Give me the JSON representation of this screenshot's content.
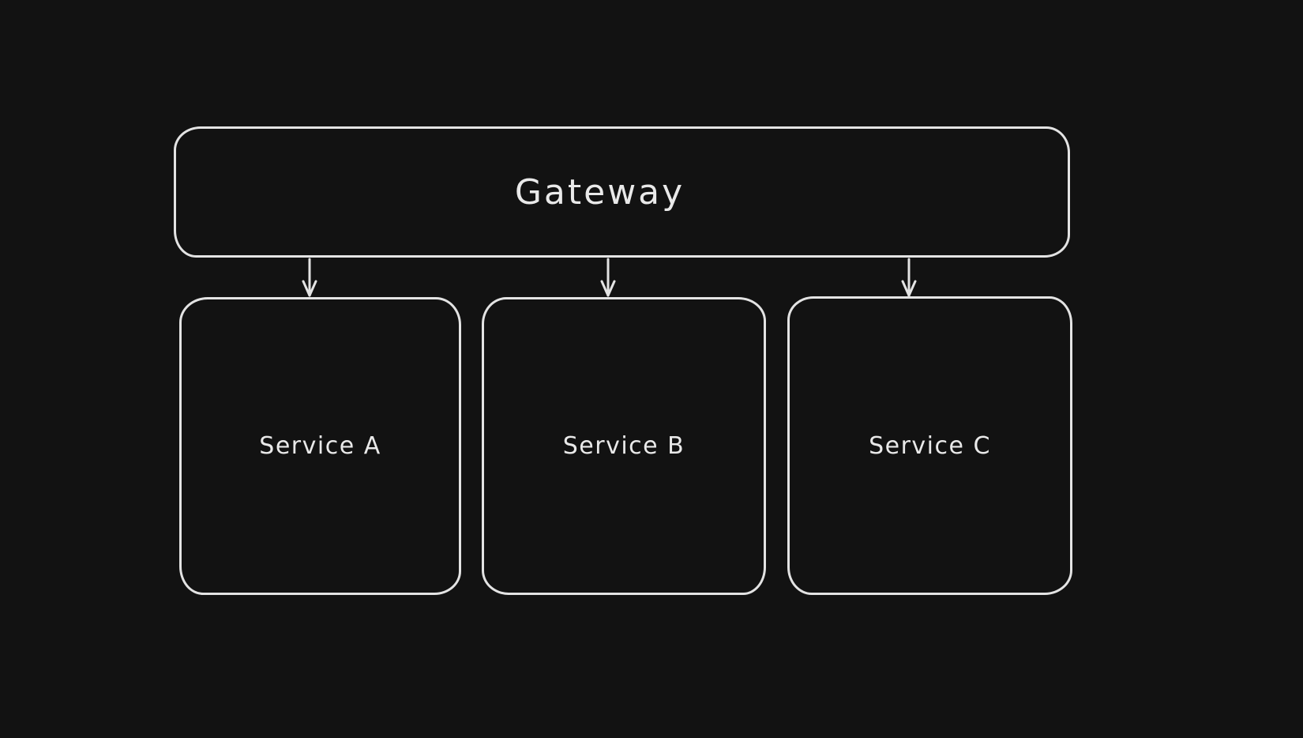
{
  "canvas": {
    "background_color": "#121212",
    "stroke_color": "#e3e3e3",
    "text_color": "#e9e9e9"
  },
  "diagram": {
    "gateway": {
      "label": "Gateway"
    },
    "services": [
      {
        "label": "Service A"
      },
      {
        "label": "Service B"
      },
      {
        "label": "Service C"
      }
    ],
    "arrows": [
      {
        "name": "gateway-to-service-a"
      },
      {
        "name": "gateway-to-service-b"
      },
      {
        "name": "gateway-to-service-c"
      }
    ]
  }
}
